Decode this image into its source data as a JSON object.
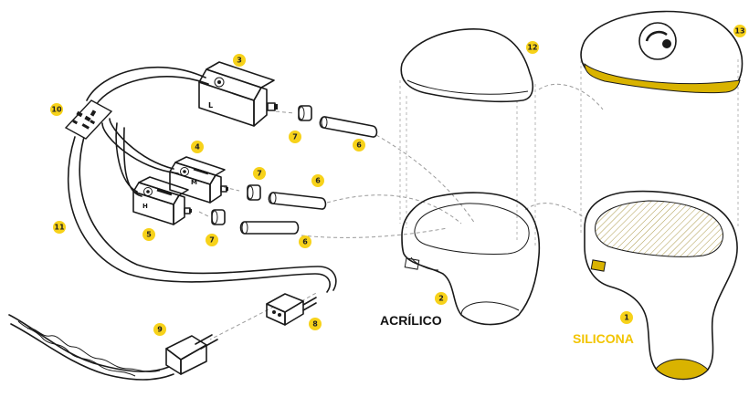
{
  "labels": {
    "acrylic": "ACRÍLICO",
    "silicone": "SILICONA"
  },
  "driver_letters": {
    "low": "L",
    "mid": "M",
    "high": "H"
  },
  "callouts": [
    "1",
    "2",
    "3",
    "4",
    "5",
    "6",
    "6",
    "6",
    "7",
    "7",
    "7",
    "8",
    "9",
    "10",
    "11",
    "12",
    "13"
  ],
  "colors": {
    "accent_yellow": "#f7d21a",
    "silicone_fill": "#f5d116",
    "silicone_shade": "#d9b300",
    "line": "#1a1a1a",
    "guide": "#9a9a9a"
  }
}
